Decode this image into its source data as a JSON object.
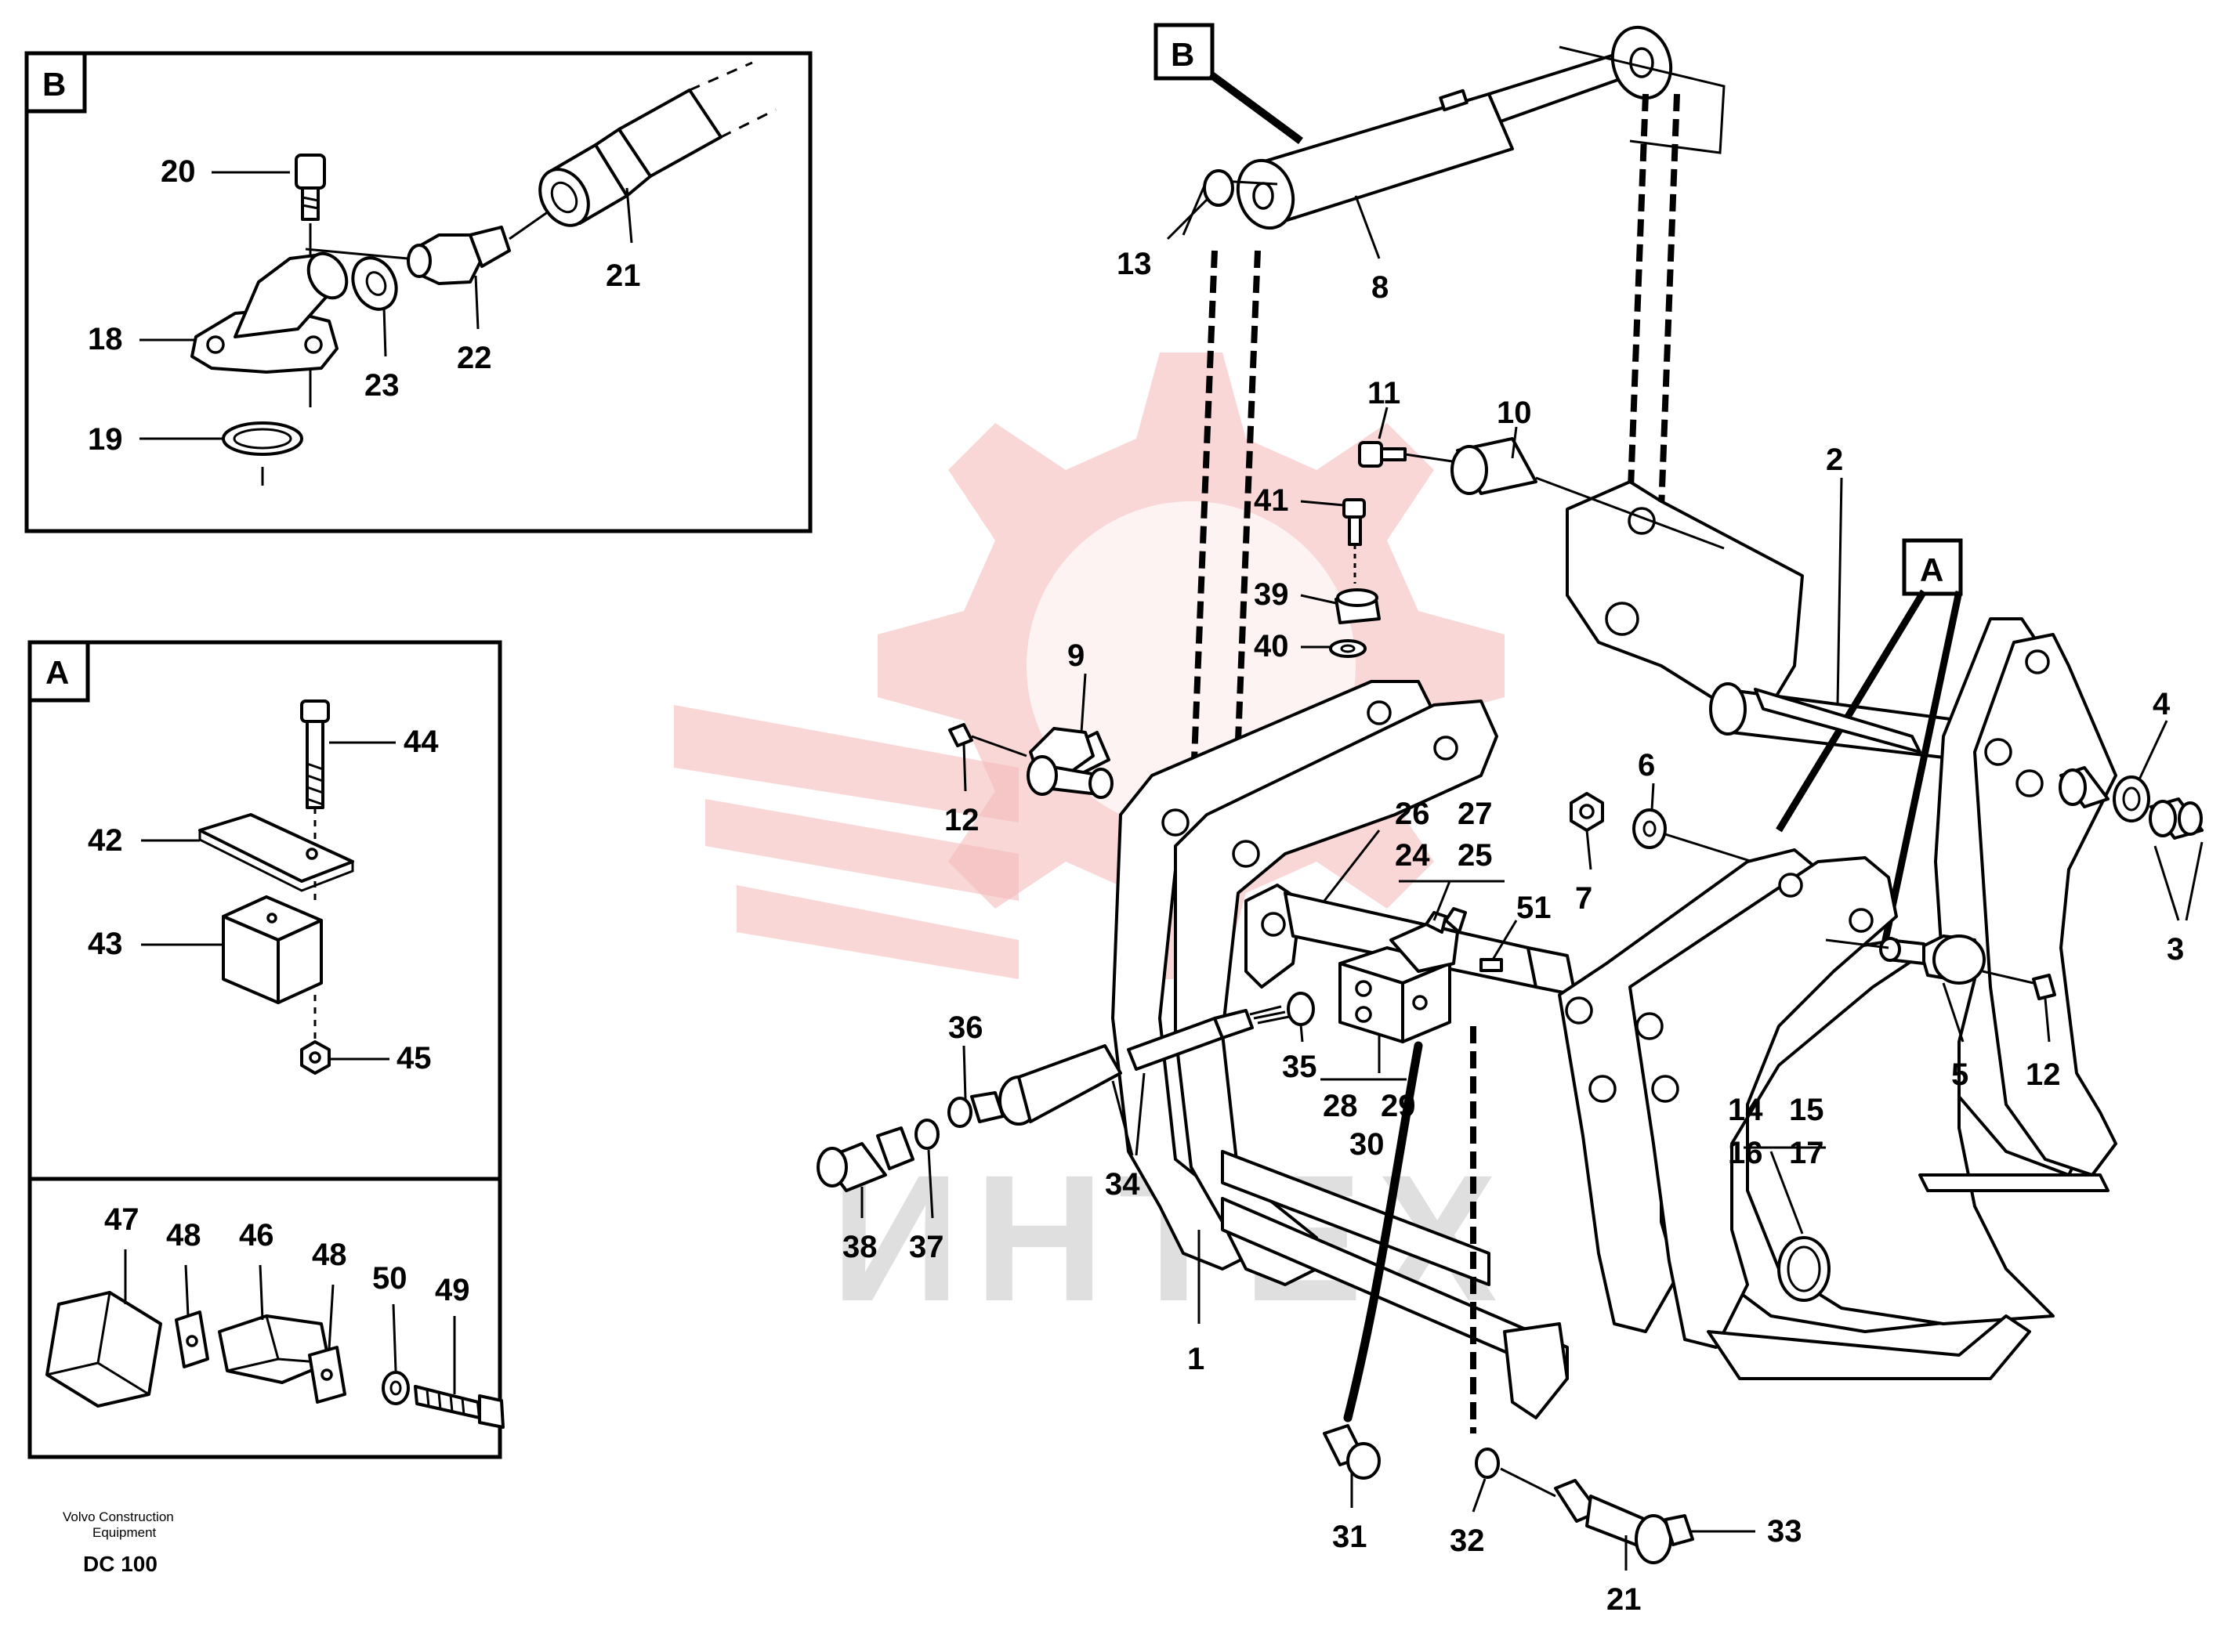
{
  "detail_boxes": {
    "B": {
      "tag": "B",
      "labels": [
        "20",
        "21",
        "18",
        "23",
        "22",
        "19"
      ]
    },
    "A": {
      "tag": "A",
      "labels": [
        "44",
        "42",
        "43",
        "45"
      ]
    },
    "C": {
      "labels": [
        "47",
        "48",
        "46",
        "48",
        "50",
        "49"
      ]
    }
  },
  "callouts": {
    "B": "B",
    "A": "A"
  },
  "main_labels": {
    "p13": "13",
    "p8": "8",
    "p11": "11",
    "p10": "10",
    "p2": "2",
    "p41": "41",
    "p39": "39",
    "p40": "40",
    "p9": "9",
    "p12a": "12",
    "p26": "26",
    "p27": "27",
    "p24": "24",
    "p25": "25",
    "p6": "6",
    "p7": "7",
    "p51": "51",
    "p4": "4",
    "p3": "3",
    "p36": "36",
    "p35": "35",
    "p28": "28",
    "p29": "29",
    "p30": "30",
    "p5": "5",
    "p12b": "12",
    "p14": "14",
    "p15": "15",
    "p16": "16",
    "p17": "17",
    "p34": "34",
    "p38": "38",
    "p37": "37",
    "p1": "1",
    "p31": "31",
    "p32": "32",
    "p33": "33",
    "p21": "21"
  },
  "footer": {
    "company_line1": "Volvo Construction",
    "company_line2": "Equipment",
    "code": "DC 100"
  },
  "watermark": {
    "text": "ИНТЕХ",
    "color": "#f4b6b6"
  }
}
